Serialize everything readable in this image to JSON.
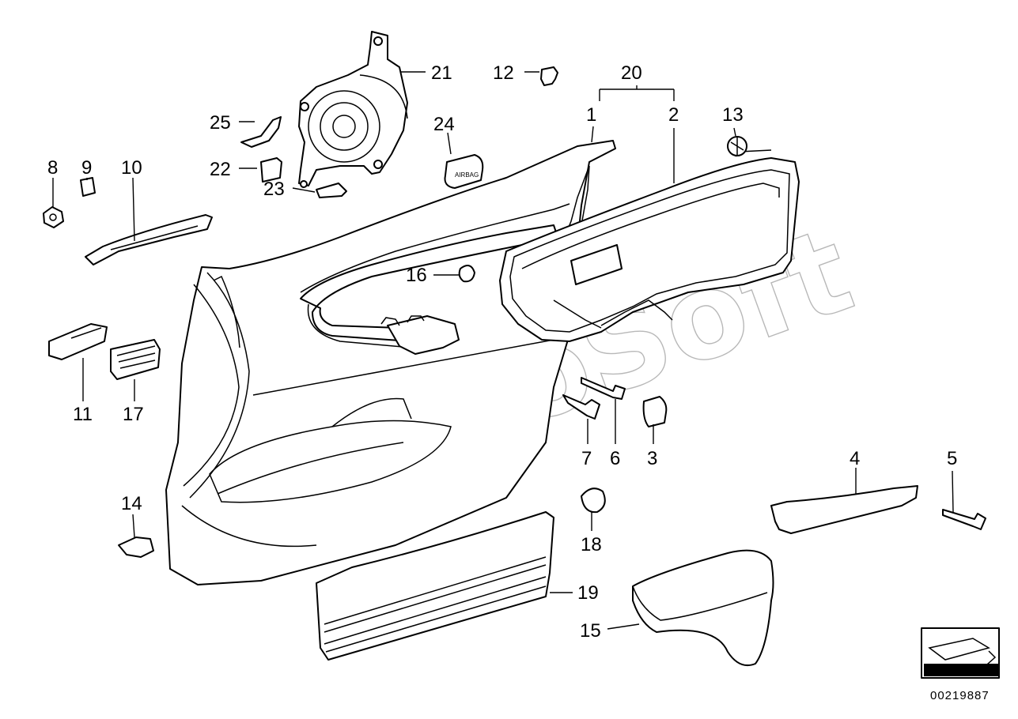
{
  "diagram": {
    "watermark": "AutoSoft",
    "reference_number": "00219887",
    "callouts": {
      "c1": "1",
      "c2": "2",
      "c3": "3",
      "c4": "4",
      "c5": "5",
      "c6": "6",
      "c7": "7",
      "c8": "8",
      "c9": "9",
      "c10": "10",
      "c11": "11",
      "c12": "12",
      "c13": "13",
      "c14": "14",
      "c15": "15",
      "c16": "16",
      "c17": "17",
      "c18": "18",
      "c19": "19",
      "c20": "20",
      "c21": "21",
      "c22": "22",
      "c23": "23",
      "c24": "24",
      "c25": "25"
    },
    "parts_icons": {
      "door_panel": "door-trim-panel-icon",
      "speaker": "speaker-icon",
      "badge": "airbag-badge-icon",
      "screw": "screw-icon",
      "clip": "clip-icon",
      "pull_handle": "pull-handle-icon",
      "map_pocket": "map-pocket-icon",
      "armrest": "armrest-icon",
      "navigation_arrow": "arrow-icon"
    },
    "badge_text": "AIRBAG"
  }
}
